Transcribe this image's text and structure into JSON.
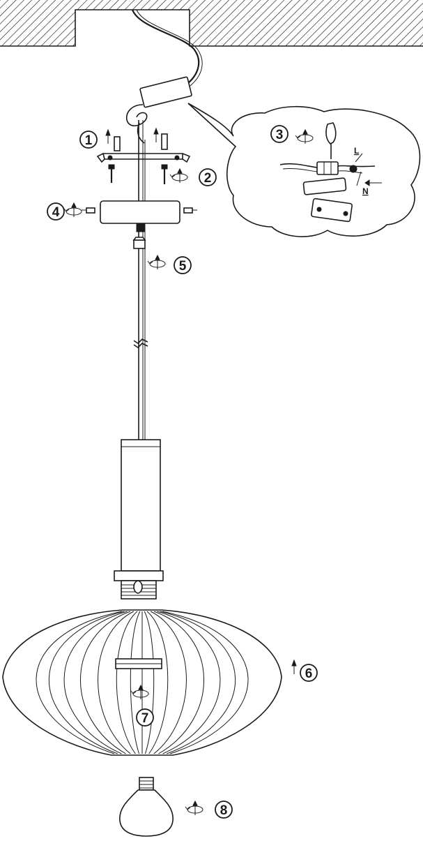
{
  "steps": [
    {
      "number": "1"
    },
    {
      "number": "2"
    },
    {
      "number": "3"
    },
    {
      "number": "4"
    },
    {
      "number": "5"
    },
    {
      "number": "6"
    },
    {
      "number": "7"
    },
    {
      "number": "8"
    }
  ],
  "wiring": {
    "live_label": "L",
    "neutral_label": "N"
  },
  "colors": {
    "line": "#1a1a1a",
    "background": "#ffffff"
  }
}
